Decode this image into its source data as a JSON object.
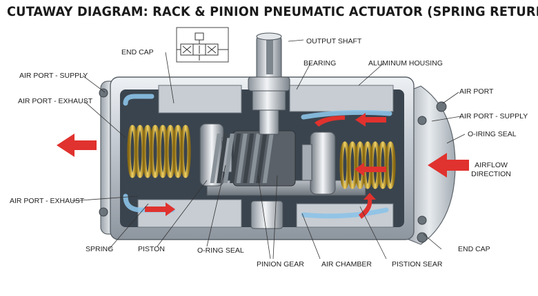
{
  "title": "CUTAWAY DIAGRAM: RACK & PINION PNEUMATIC ACTUATOR (SPRING RETURN)",
  "labels": {
    "output_shaft": "OUTPUT SHAFT",
    "end_cap_top": "END CAP",
    "bearing": "BEARING",
    "aluminum_housing": "ALUMINUM HOUSING",
    "air_port_supply_left": "AIR PORT - SUPPLY",
    "air_port_right": "AIR PORT",
    "air_port_exhaust_upper": "AIR PORT - EXHAUST",
    "air_port_supply_right": "AIR PORT - SUPPLY",
    "o_ring_seal_right": "O-IRING SEAL",
    "airflow_direction_1": "AIRFLOW",
    "airflow_direction_2": "DIRECTION",
    "air_port_exhaust_lower": "AIR PORT - EXHAUST",
    "spring": "SPRING",
    "piston": "PISTON",
    "o_ring_seal_bottom": "O-RING SEAL",
    "pinion_gear": "PINION GEAR",
    "air_chamber": "AIR CHAMBER",
    "piston_sear": "PISTION SEAR",
    "end_cap_bottom": "END CAP"
  },
  "colors": {
    "housing_light": "#d6dbe1",
    "housing_dark": "#7d858e",
    "cavity": "#2f3942",
    "airflow_red": "#e0322e",
    "air_blue": "#8cc3e8",
    "spring_gold": "#d8b238",
    "leader": "#333333"
  },
  "icons": [
    "valve-symbol-icon",
    "airflow-arrow-left-icon",
    "airflow-arrow-right-icon"
  ]
}
